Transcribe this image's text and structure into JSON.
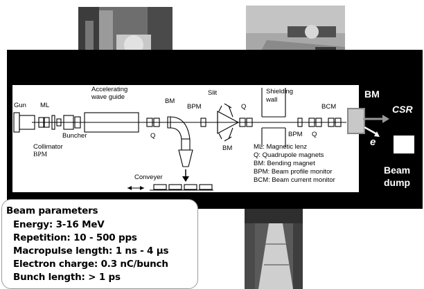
{
  "diagram": {
    "labels": {
      "gun": "Gun",
      "ml": "ML",
      "accelerating": "Accelerating",
      "wave_guide": "wave guide",
      "buncher": "Buncher",
      "collimator": "Collimator",
      "bpm_bottom": "BPM",
      "q1": "Q",
      "bm_top": "BM",
      "bpm_mid": "BPM",
      "slit": "Slit",
      "q2": "Q",
      "bm_bottom": "BM",
      "shielding": "Shielding",
      "wall": "wall",
      "bcm": "BCM",
      "bpm_right": "BPM",
      "q3": "Q",
      "conveyer": "Conveyer"
    },
    "legend": [
      "ML: Magnetic lenz",
      "Q: Quadrupole magnets",
      "BM: Bending magnet",
      "BPM: Beam profile monitor",
      "BCM: Beam current monitor"
    ],
    "outside": {
      "bm": "BM",
      "csr": "CSR",
      "electron": "e",
      "beam": "Beam",
      "dump": "dump"
    }
  },
  "parameters": {
    "title": "Beam parameters",
    "rows": [
      "Energy: 3-16 MeV",
      "Repetition: 10 - 500 pps",
      "Macropulse length: 1 ns - 4 µs",
      "Electron charge: 0.3 nC/bunch",
      "Bunch length: > 1 ps"
    ]
  }
}
